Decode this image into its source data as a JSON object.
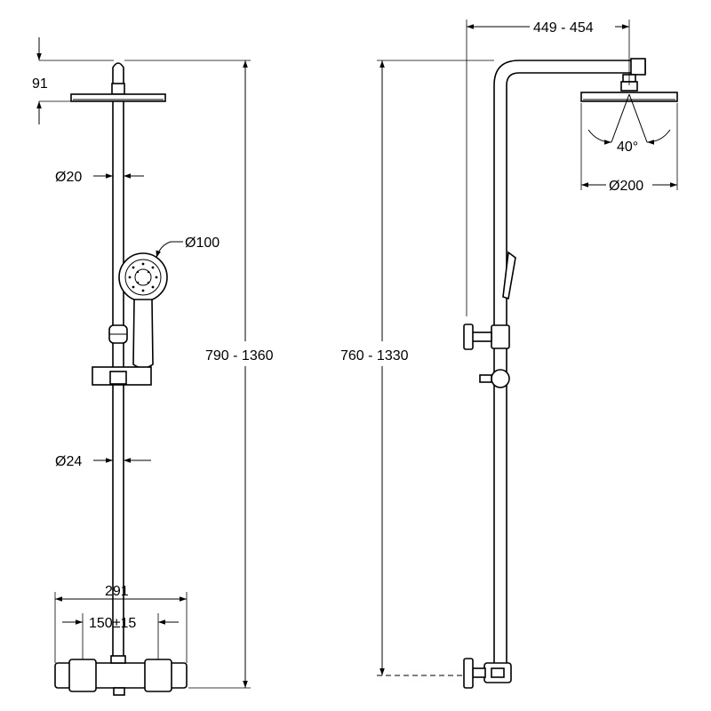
{
  "labels": {
    "head_height": "91",
    "riser_diameter": "Ø20",
    "handshower_diameter": "Ø100",
    "front_total_height": "790 - 1360",
    "lower_pipe_diameter": "Ø24",
    "mixer_width": "291",
    "inlet_spacing": "150±15",
    "arm_projection": "449 - 454",
    "spray_angle": "40°",
    "head_diameter": "Ø200",
    "side_total_height": "760 - 1330"
  }
}
